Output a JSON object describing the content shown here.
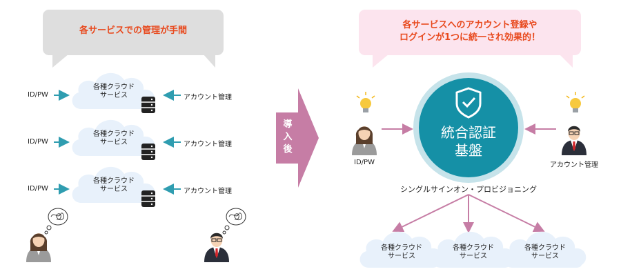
{
  "before": {
    "title": "各サービスでの管理が手間",
    "rows": [
      {
        "left_label": "ID/PW",
        "cloud_line1": "各種クラウド",
        "cloud_line2": "サービス",
        "right_label": "アカウント管理"
      },
      {
        "left_label": "ID/PW",
        "cloud_line1": "各種クラウド",
        "cloud_line2": "サービス",
        "right_label": "アカウント管理"
      },
      {
        "left_label": "ID/PW",
        "cloud_line1": "各種クラウド",
        "cloud_line2": "サービス",
        "right_label": "アカウント管理"
      }
    ]
  },
  "transition": {
    "label_chars": [
      "導",
      "入",
      "後"
    ]
  },
  "after": {
    "title_line1": "各サービスへのアカウント登録や",
    "title_line2": "ログインが1つに統一され効果的！",
    "hub_line1": "統合認証",
    "hub_line2": "基盤",
    "left_label": "ID/PW",
    "right_label": "アカウント管理",
    "sso_label": "シングルサインオン・プロビジョニング",
    "clouds": [
      {
        "line1": "各種クラウド",
        "line2": "サービス"
      },
      {
        "line1": "各種クラウド",
        "line2": "サービス"
      },
      {
        "line1": "各種クラウド",
        "line2": "サービス"
      }
    ]
  },
  "colors": {
    "accent": "#e8491d",
    "teal": "#2f9db0",
    "hub": "#1590a6",
    "hub_ring": "#c6e3ea",
    "arrow_pink": "#c67da5",
    "bubble_gray": "#dedede",
    "bubble_pink": "#fce4ee",
    "cloud": "#e8f1fb"
  }
}
